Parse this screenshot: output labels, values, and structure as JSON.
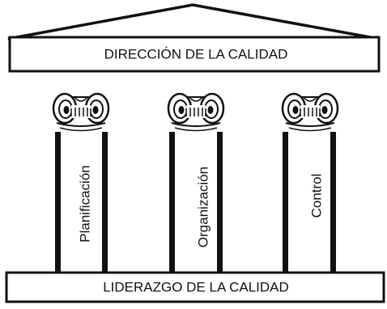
{
  "roof": {
    "label": "DIRECCIÓN DE LA CALIDAD"
  },
  "base": {
    "label": "LIDERAZGO DE LA CALIDAD"
  },
  "pillars": [
    {
      "label": "Planificación"
    },
    {
      "label": "Organización"
    },
    {
      "label": "Control"
    }
  ],
  "colors": {
    "ink": "#111111",
    "paper": "#ffffff"
  }
}
